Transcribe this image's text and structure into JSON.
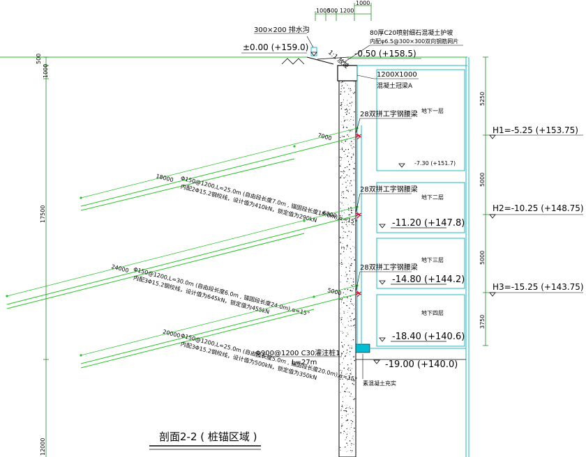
{
  "title": "剖面2-2 ( 桩锚区域 )",
  "elevations": {
    "ground": "±0.00 (+159.0)",
    "beam_top": "-0.50 (+158.5)",
    "b1_floor": "-7.30 (+151.7)",
    "b2_floor": "-11.20 (+147.8)",
    "b3_floor": "-14.80 (+144.2)",
    "b4_floor": "-18.40 (+140.6)",
    "pit_bottom": "-19.00 (+140.0)"
  },
  "annotations": {
    "drain": "300×200 排水沟",
    "slope": "1:1 放坡",
    "protect_1": "80厚C20喷射细石混凝土护坡",
    "protect_2": "内配φ6.5@300×300双向钢筋网片",
    "beam_size": "1200X1000",
    "beam_name": "混凝土冠梁A",
    "waler": "28双拼工字钢腰梁",
    "pile_1": "Φ900@1200 C30灌注桩1",
    "pile_2": "L=27m",
    "backfill": "素混凝土充实"
  },
  "floors": [
    "地下一层",
    "地下二层",
    "地下三层",
    "地下四层"
  ],
  "water_levels": [
    "H1=-5.25 (+153.75)",
    "H2=-10.25 (+148.75)",
    "H3=-15.25 (+143.75)"
  ],
  "anchors": [
    {
      "line1": "Φ150@1200,L=25.0m (自由段长度7.0m , 锚固段长度18.0m),α=15°",
      "line2": "内配2Φ15.2钢绞线，设计值为410kN，锁定值为290kN",
      "free_dim": "7000",
      "anchor_dim": "18000"
    },
    {
      "line1": "Φ150@1200,L=30.0m (自由段长度6.0m , 锚固段长度24.0m),α=15°",
      "line2": "内配3Φ15.2钢绞线，设计值为645kN，锁定值为455kN",
      "free_dim": "6000",
      "anchor_dim": "24000"
    },
    {
      "line1": "Φ150@1200,L=25.0m (自由段长度5.0m , 锚固段长度20.0m),α=15°",
      "line2": "内配3Φ15.2钢绞线，设计值为500kN，锁定值为350kN",
      "free_dim": "5000",
      "anchor_dim": "20000"
    }
  ],
  "dimensions": {
    "left": [
      "500",
      "1000",
      "17500",
      "12000"
    ],
    "right": [
      "5250",
      "5000",
      "5000",
      "3750"
    ],
    "top": [
      "1000",
      "500",
      "1200",
      "1000"
    ]
  },
  "colors": {
    "line": "#000000",
    "dimension": "#1d8a1d",
    "anchor": "#22c322",
    "structure": "#19b9c8",
    "marker": "#e0002a",
    "fill": "#00bcd4"
  }
}
